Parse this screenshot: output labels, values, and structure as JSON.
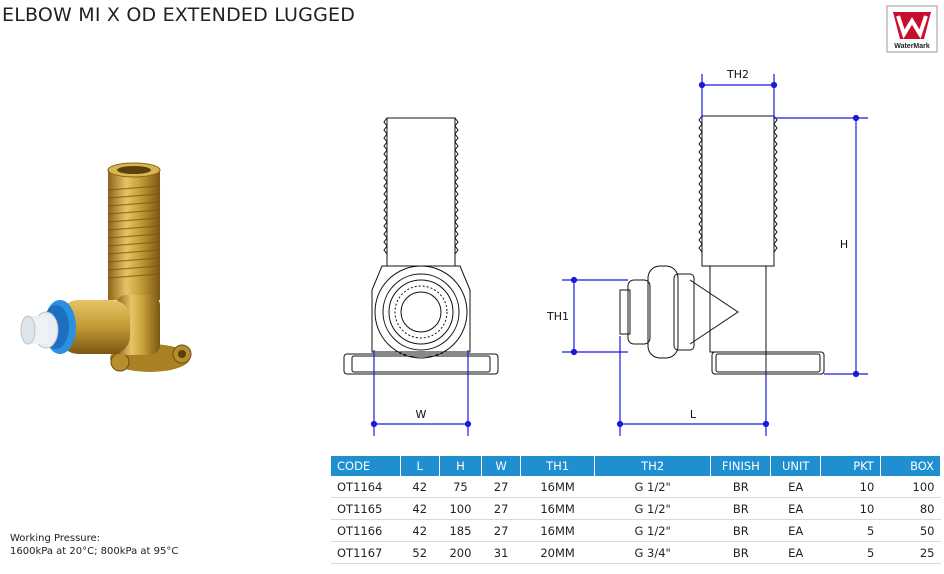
{
  "page": {
    "title": "ELBOW MI X OD EXTENDED LUGGED",
    "logo_text": "WaterMark"
  },
  "dimensions": {
    "th2": "TH2",
    "h": "H",
    "th1": "TH1",
    "w": "W",
    "l": "L"
  },
  "pressure": {
    "heading": "Working Pressure:",
    "value": "1600kPa at 20°C; 800kPa at 95°C"
  },
  "table": {
    "headers": [
      "CODE",
      "L",
      "H",
      "W",
      "TH1",
      "TH2",
      "FINISH",
      "UNIT",
      "PKT",
      "BOX"
    ],
    "rows": [
      [
        "OT1164",
        "42",
        "75",
        "27",
        "16MM",
        "G 1/2\"",
        "BR",
        "EA",
        "10",
        "100"
      ],
      [
        "OT1165",
        "42",
        "100",
        "27",
        "16MM",
        "G 1/2\"",
        "BR",
        "EA",
        "10",
        "80"
      ],
      [
        "OT1166",
        "42",
        "185",
        "27",
        "16MM",
        "G 1/2\"",
        "BR",
        "EA",
        "5",
        "50"
      ],
      [
        "OT1167",
        "52",
        "200",
        "31",
        "20MM",
        "G 3/4\"",
        "BR",
        "EA",
        "5",
        "25"
      ]
    ]
  },
  "colors": {
    "header_bg": "#1f8fd0",
    "dimension_line": "#1a1adb",
    "logo_red": "#c8102e",
    "brass": "#c9a23a"
  }
}
